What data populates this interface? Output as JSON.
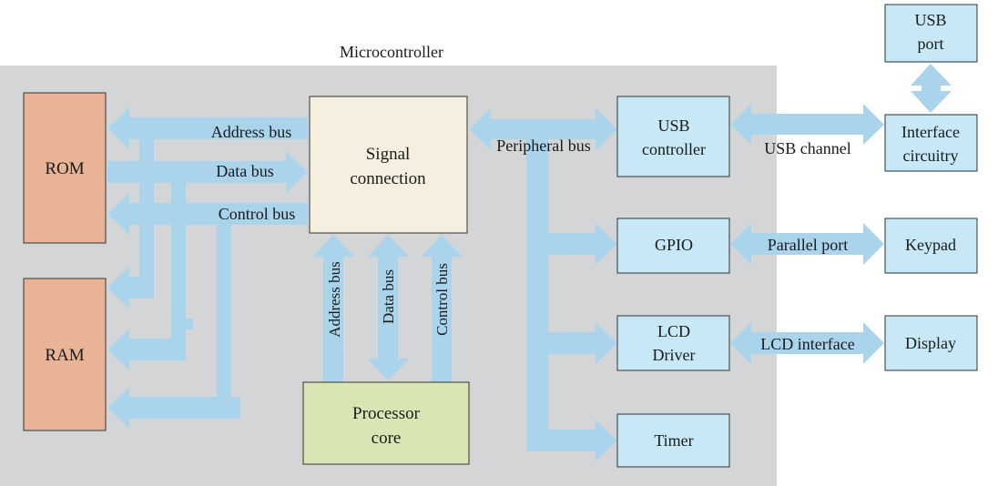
{
  "colors": {
    "microcontroller_bg": "#d4d5d7",
    "rom_ram": "#e9b496",
    "signal_connection": "#f5efdf",
    "processor_core": "#d9e6b4",
    "peripheral_box": "#c6e8f7",
    "bus_arrow": "#a9d4eb",
    "box_stroke": "#333333"
  },
  "microcontroller": {
    "title": "Microcontroller"
  },
  "blocks": {
    "rom": "ROM",
    "ram": "RAM",
    "signal_connection": [
      "Signal",
      "connection"
    ],
    "processor_core": [
      "Processor",
      "core"
    ],
    "usb_controller": [
      "USB",
      "controller"
    ],
    "gpio": "GPIO",
    "lcd_driver": [
      "LCD",
      "Driver"
    ],
    "timer": "Timer",
    "usb_port": [
      "USB",
      "port"
    ],
    "interface_circuitry": [
      "Interface",
      "circuitry"
    ],
    "keypad": "Keypad",
    "display": "Display"
  },
  "buses": {
    "address_bus": "Address bus",
    "data_bus": "Data bus",
    "control_bus": "Control bus",
    "peripheral_bus": "Peripheral bus",
    "usb_channel": "USB channel",
    "parallel_port": "Parallel port",
    "lcd_interface": "LCD interface"
  }
}
